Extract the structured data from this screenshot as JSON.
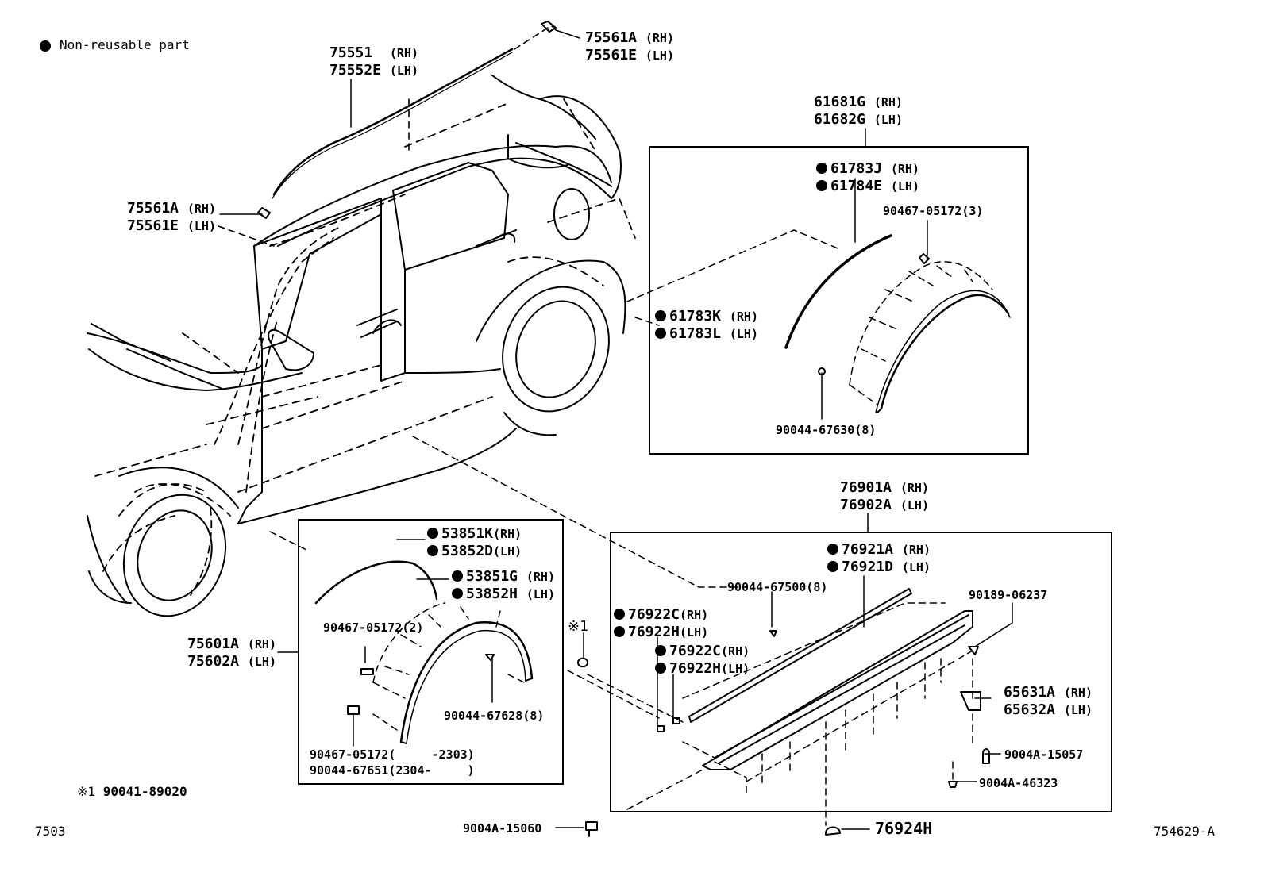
{
  "legend": {
    "text": "Non-reusable part"
  },
  "footnote": {
    "mark": "※1",
    "part": "90041-89020"
  },
  "corner": {
    "left": "7503",
    "right": "754629-A"
  },
  "parts": {
    "p75551": {
      "rh": "75551",
      "lh": "75552E",
      "rh_tag": "(RH)",
      "lh_tag": "(LH)"
    },
    "p75561a_top": {
      "rh": "75561A",
      "lh": "75561E",
      "rh_tag": "(RH)",
      "lh_tag": "(LH)"
    },
    "p75561a_left": {
      "rh": "75561A",
      "lh": "75561E",
      "rh_tag": "(RH)",
      "lh_tag": "(LH)"
    },
    "p61681g": {
      "rh": "61681G",
      "lh": "61682G",
      "rh_tag": "(RH)",
      "lh_tag": "(LH)"
    },
    "p61783j": {
      "rh": "61783J",
      "lh": "61784E",
      "rh_tag": "(RH)",
      "lh_tag": "(LH)"
    },
    "p61783k": {
      "rh": "61783K",
      "lh": "61783L",
      "rh_tag": "(RH)",
      "lh_tag": "(LH)"
    },
    "p90467_3": {
      "text": "90467-05172(3)"
    },
    "p90044_8a": {
      "text": "90044-67630(8)"
    },
    "p76901a": {
      "rh": "76901A",
      "lh": "76902A",
      "rh_tag": "(RH)",
      "lh_tag": "(LH)"
    },
    "p76921a": {
      "rh": "76921A",
      "lh": "76921D",
      "rh_tag": "(RH)",
      "lh_tag": "(LH)"
    },
    "p90044_67500": {
      "text": "90044-67500(8)"
    },
    "p90189": {
      "text": "90189-06237"
    },
    "p76922c_a": {
      "rh": "76922C",
      "lh": "76922H",
      "rh_tag": "(RH)",
      "lh_tag": "(LH)"
    },
    "p76922c_b": {
      "rh": "76922C",
      "lh": "76922H",
      "rh_tag": "(RH)",
      "lh_tag": "(LH)"
    },
    "p65631a": {
      "rh": "65631A",
      "lh": "65632A",
      "rh_tag": "(RH)",
      "lh_tag": "(LH)"
    },
    "p9004a_15057": {
      "text": "9004A-15057"
    },
    "p9004a_46323": {
      "text": "9004A-46323"
    },
    "p9004a_15060": {
      "text": "9004A-15060"
    },
    "p76924h": {
      "text": "76924H"
    },
    "p53851k": {
      "rh": "53851K",
      "lh": "53852D",
      "rh_tag": "(RH)",
      "lh_tag": "(LH)"
    },
    "p53851g": {
      "rh": "53851G",
      "lh": "53852H",
      "rh_tag": "(RH)",
      "lh_tag": "(LH)"
    },
    "p75601a": {
      "rh": "75601A",
      "lh": "75602A",
      "rh_tag": "(RH)",
      "lh_tag": "(LH)"
    },
    "p90467_2": {
      "text": "90467-05172(2)"
    },
    "p90044_67628": {
      "text": "90044-67628(8)"
    },
    "p90467_range": {
      "text": "90467-05172(     -2303)"
    },
    "p90044_67651": {
      "text": "90044-67651(2304-     )"
    },
    "p_ref1": {
      "text": "※1"
    }
  }
}
